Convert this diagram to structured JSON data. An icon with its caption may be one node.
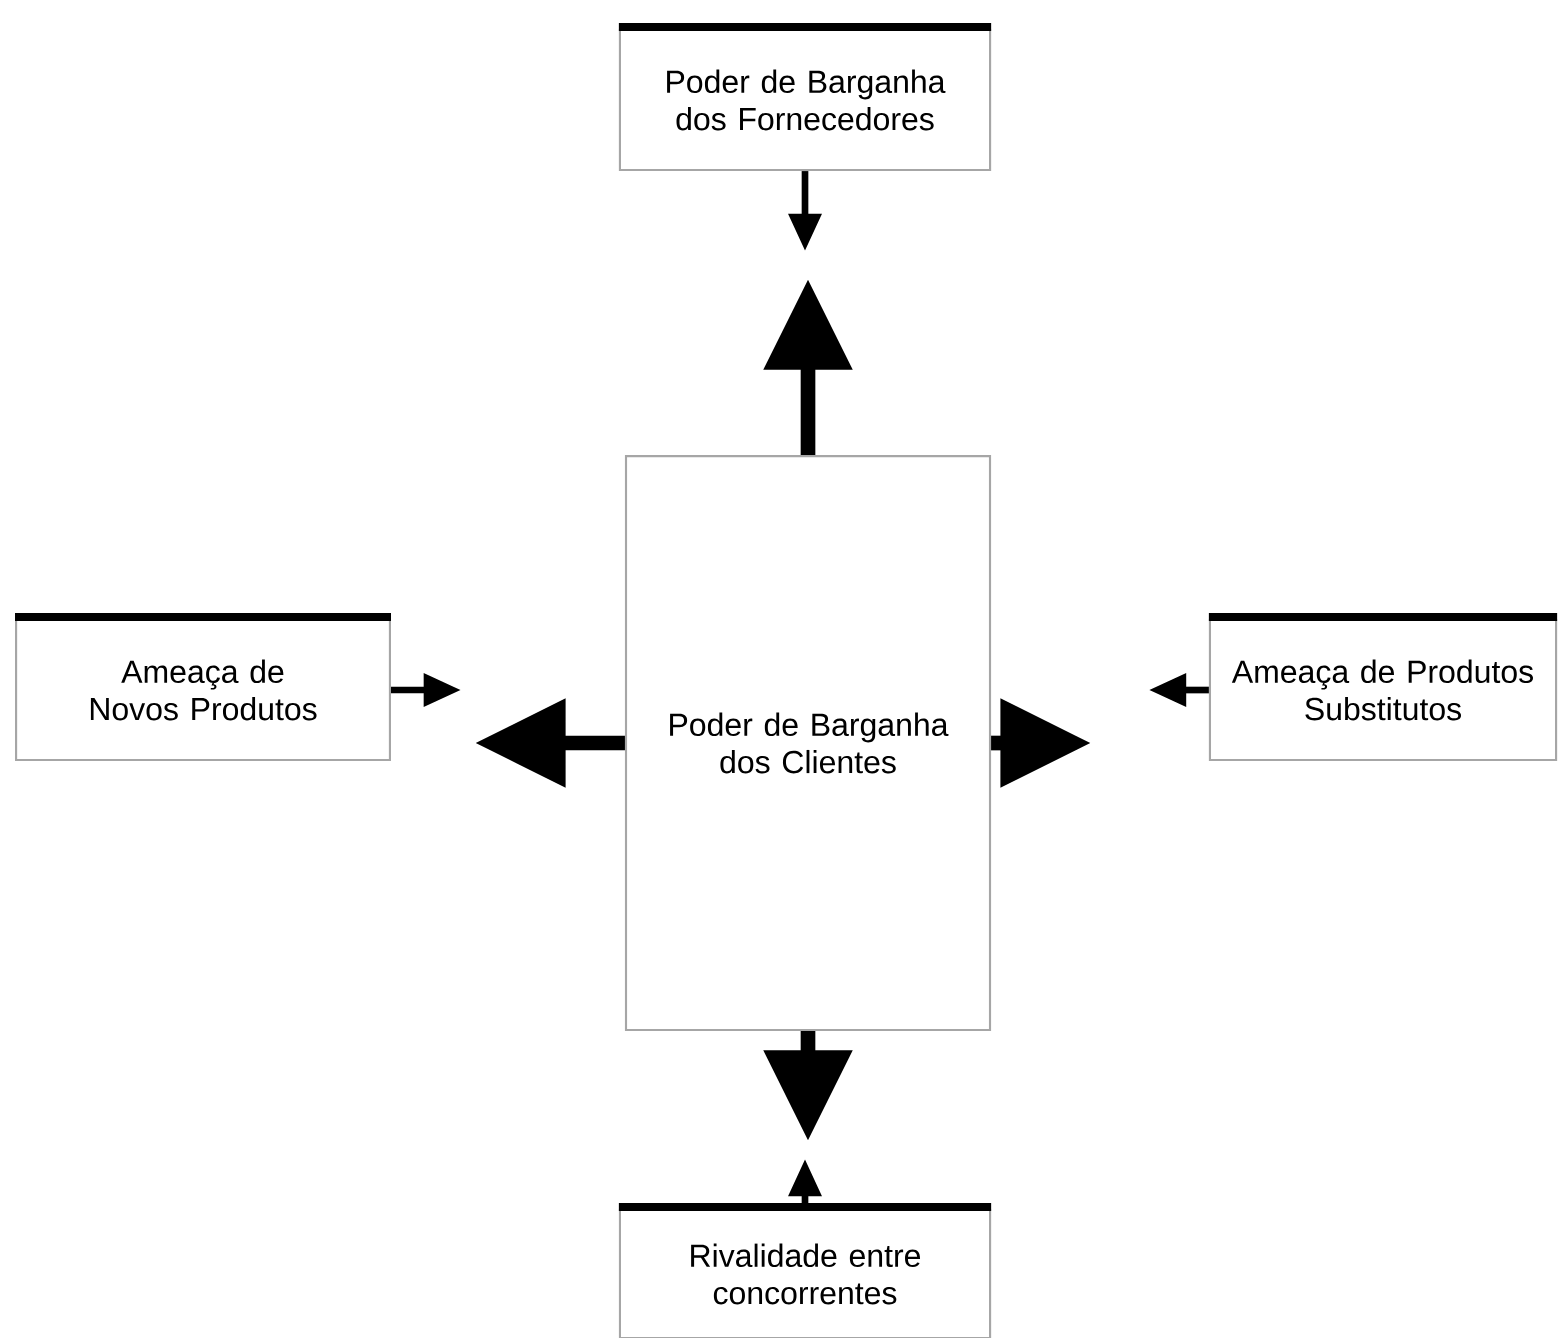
{
  "diagram": {
    "nodes": [
      {
        "text": [
          "Poder de Barganha dos Fornecedores"
        ]
      },
      {
        "text": [
          "Poder de Barganha dos Clientes"
        ]
      },
      {
        "text": [
          "Ameaça de Novos Produtos"
        ]
      },
      {
        "text": [
          "Ameaça de Produtos Substitutos"
        ]
      },
      {
        "text": [
          "Rivalidade entre concorrentes"
        ]
      }
    ],
    "edges": [
      {
        "from": 0,
        "to": null,
        "arrow": "to"
      },
      {
        "from": 1,
        "to": null,
        "arrow": "to",
        "style": "thick"
      },
      {
        "from": 1,
        "to": null,
        "arrow": "to",
        "style": "thick"
      },
      {
        "from": 2,
        "to": null,
        "arrow": "to"
      },
      {
        "from": 1,
        "to": null,
        "arrow": "to",
        "style": "thick"
      },
      {
        "from": 3,
        "to": null,
        "arrow": "to"
      },
      {
        "from": 1,
        "to": null,
        "arrow": "to",
        "style": "thick"
      },
      {
        "from": 4,
        "to": null,
        "arrow": "to"
      }
    ]
  }
}
